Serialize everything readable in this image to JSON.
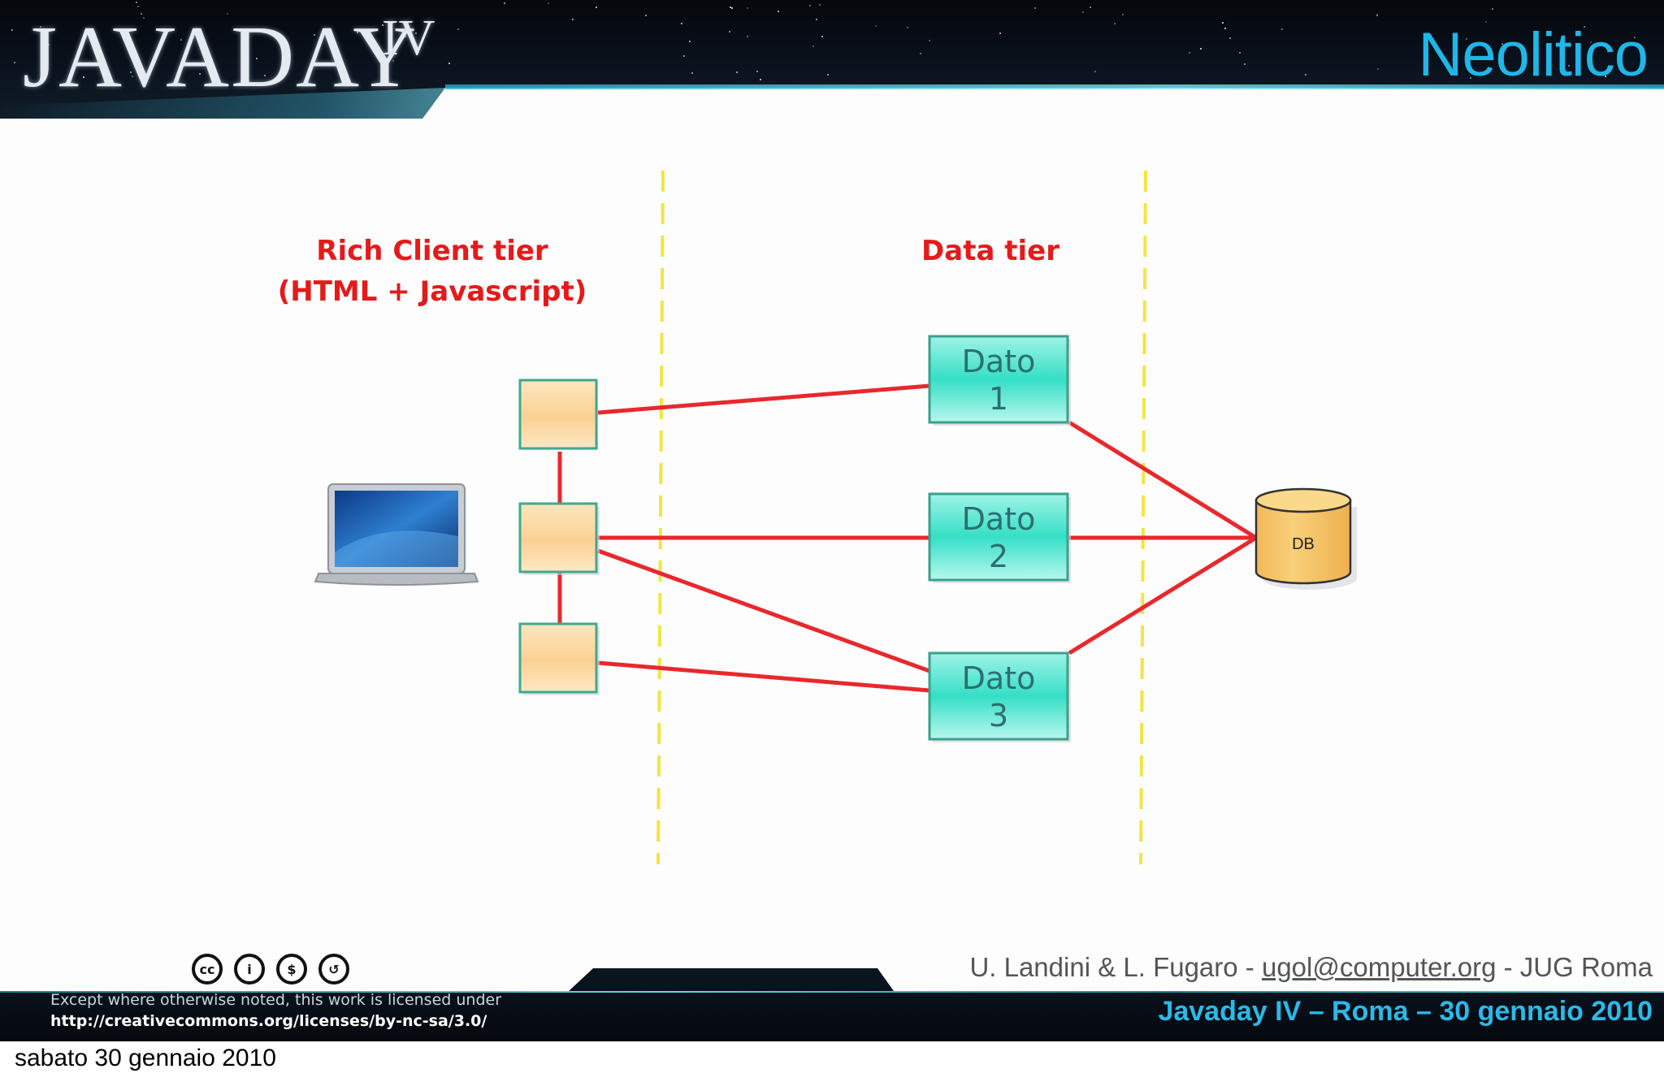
{
  "header": {
    "logo": "JAVADAY",
    "logo_numeral": "IV",
    "title": "Neolitico"
  },
  "diagram": {
    "client_tier_label": [
      "Rich Client tier",
      "(HTML + Javascript)"
    ],
    "data_tier_label": "Data tier",
    "client_boxes": 3,
    "data_boxes": [
      {
        "label": "Dato",
        "number": "1"
      },
      {
        "label": "Dato",
        "number": "2"
      },
      {
        "label": "Dato",
        "number": "3"
      }
    ],
    "database_label": "DB",
    "colors": {
      "connector": "#e8282d",
      "tier_divider": "#f2e640",
      "client_box": "#f9c983",
      "data_box": "#35dfc6",
      "database": "#f5c46a"
    }
  },
  "footer": {
    "cc_icons": [
      "cc-icon",
      "by-icon",
      "nc-icon",
      "sa-icon"
    ],
    "cc_glyphs": [
      "cc",
      "i",
      "$",
      "↺"
    ],
    "license_line1": "Except where otherwise noted, this work is licensed under",
    "license_line2": "http://creativecommons.org/licenses/by-nc-sa/3.0/",
    "authors_prefix": "U. Landini & L. Fugaro - ",
    "authors_email": "ugol@computer.org",
    "authors_suffix": " - JUG Roma",
    "event": "Javaday IV – Roma – 30 gennaio 2010"
  },
  "caption": "sabato 30 gennaio 2010"
}
